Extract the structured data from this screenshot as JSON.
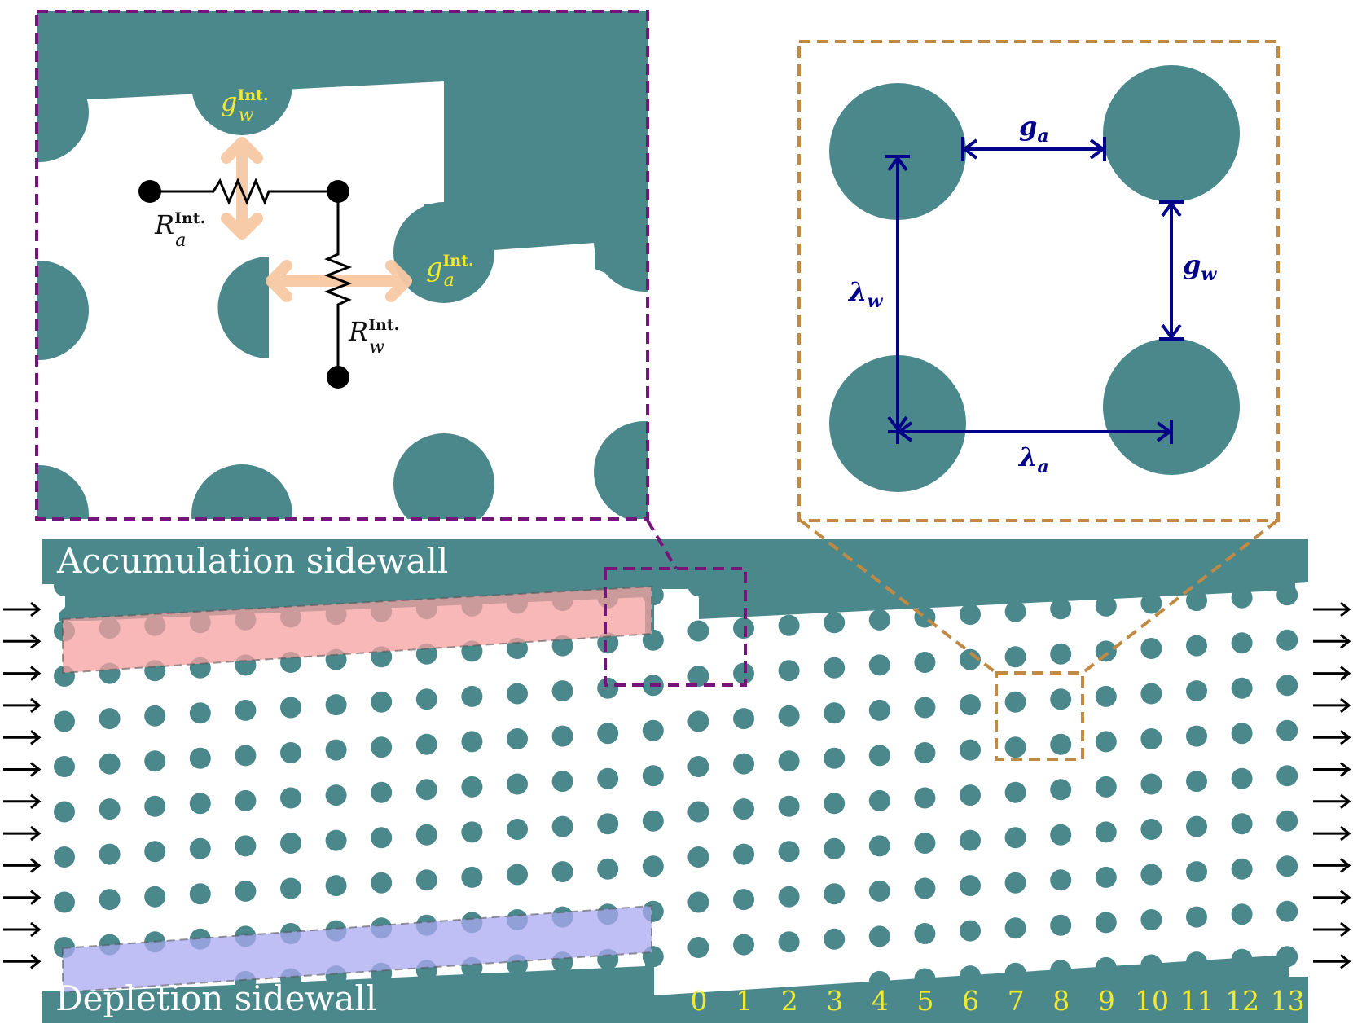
{
  "colors": {
    "post": "#4a888c",
    "accumulation_band": "#f7a0a0",
    "depletion_band": "#a9a9f2",
    "inset_left_border": "#74157a",
    "inset_right_border": "#c08a45",
    "dimension": "#00008b",
    "column_label": "#f2ea2e",
    "current_arrow": "#f8c9a4"
  },
  "walls": {
    "accumulation": "Accumulation sidewall",
    "depletion": "Depletion sidewall"
  },
  "columns": [
    "0",
    "1",
    "2",
    "3",
    "4",
    "5",
    "6",
    "7",
    "8",
    "9",
    "10",
    "11",
    "12",
    "13"
  ],
  "flow_direction": "left-to-right",
  "left_inset": {
    "resistor_a": {
      "symbol": "R",
      "subscript": "a",
      "superscript": "Int."
    },
    "resistor_w": {
      "symbol": "R",
      "subscript": "w",
      "superscript": "Int."
    },
    "gap_a": {
      "symbol": "g",
      "subscript": "a",
      "superscript": "Int."
    },
    "gap_w": {
      "symbol": "g",
      "subscript": "w",
      "superscript": "Int."
    }
  },
  "right_inset": {
    "g_a": {
      "symbol": "g",
      "subscript": "a"
    },
    "g_w": {
      "symbol": "g",
      "subscript": "w"
    },
    "lambda_a": {
      "symbol": "λ",
      "subscript": "a"
    },
    "lambda_w": {
      "symbol": "λ",
      "subscript": "w"
    }
  }
}
